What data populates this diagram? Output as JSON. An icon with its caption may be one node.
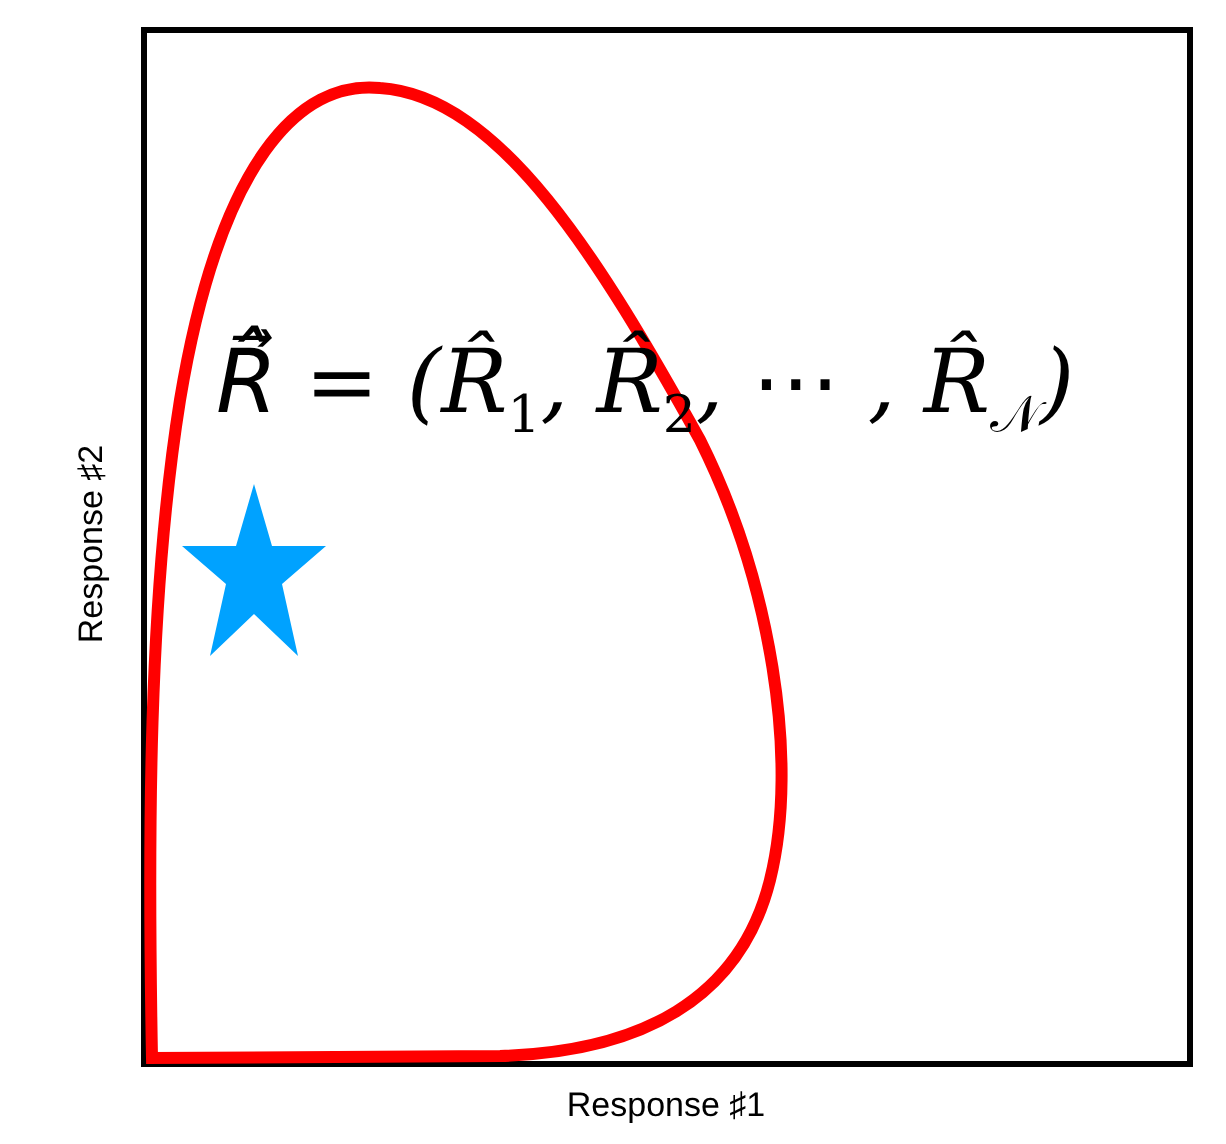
{
  "diagram": {
    "labels": [
      "R⃗̂ = (R̂$_{1}$, R̂$_{2}$, ⋯ , R̂$_{𝒩}$)",
      "Response ♯2",
      "Response ♯1"
    ]
  }
}
